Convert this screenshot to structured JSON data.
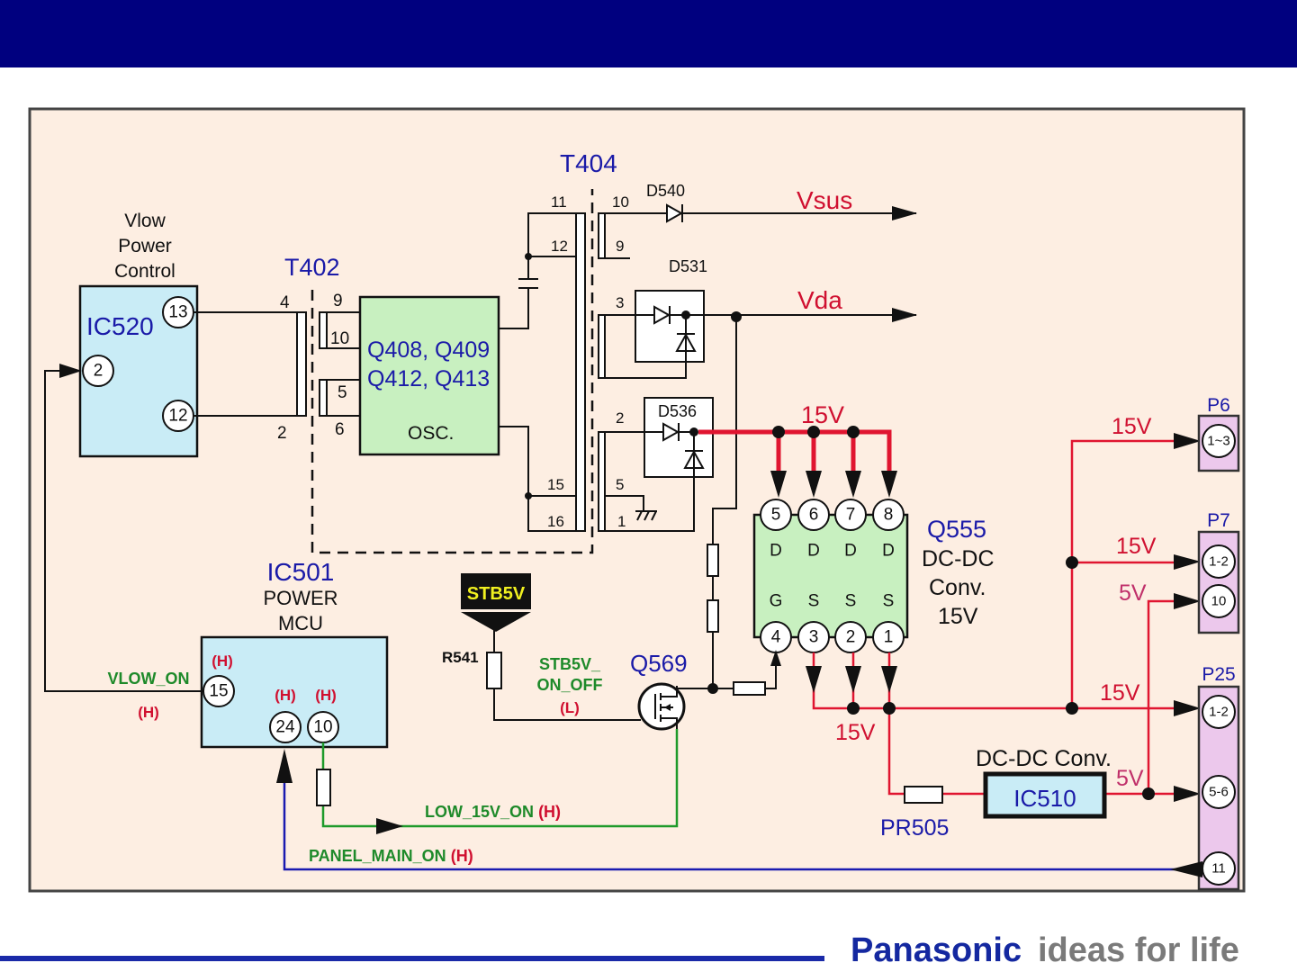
{
  "colors": {
    "header": "#00007f",
    "background": "#fdeee2",
    "ic_blue": "#c9ecf6",
    "ic_green": "#c8f0c0",
    "connector": "#ecc8ec",
    "line_15v": "#e01530",
    "signal_green": "#1e9a2a",
    "signal_blue": "#1a1ab0"
  },
  "footer": {
    "brand": "Panasonic",
    "tagline": "ideas for life"
  },
  "ic520": {
    "label": "IC520",
    "caption": [
      "Vlow",
      "Power",
      "Control"
    ],
    "pins": [
      "13",
      "2",
      "12"
    ]
  },
  "t402": {
    "label": "T402",
    "pins": [
      "4",
      "2",
      "9",
      "10",
      "5",
      "6"
    ]
  },
  "osc": {
    "line1": "Q408, Q409",
    "line2": "Q412, Q413",
    "label": "OSC."
  },
  "t404": {
    "label": "T404",
    "pins": [
      "11",
      "12",
      "15",
      "16",
      "10",
      "9",
      "3",
      "2",
      "5",
      "1"
    ]
  },
  "diodes": {
    "d540": "D540",
    "d531": "D531",
    "d536": "D536"
  },
  "rails": {
    "vsus": "Vsus",
    "vda": "Vda",
    "v15_top": "15V",
    "v15_bottom": "15V"
  },
  "q555": {
    "label": "Q555",
    "desc": [
      "DC-DC",
      "Conv.",
      "15V"
    ],
    "top_pins": [
      "5",
      "6",
      "7",
      "8"
    ],
    "top_letters": [
      "D",
      "D",
      "D",
      "D"
    ],
    "bottom_pins": [
      "4",
      "3",
      "2",
      "1"
    ],
    "bottom_letters": [
      "G",
      "S",
      "S",
      "S"
    ]
  },
  "ic501": {
    "label": "IC501",
    "caption": [
      "POWER",
      "MCU"
    ],
    "pins": [
      "15",
      "24",
      "10"
    ],
    "pin_states": [
      "(H)",
      "(H)",
      "(H)"
    ]
  },
  "signals": {
    "vlow_on": "VLOW_ON",
    "vlow_on_state": "(H)",
    "stb5v": "STB5V",
    "r541": "R541",
    "stb5v_on_off": [
      "STB5V_",
      "ON_OFF"
    ],
    "stb5v_on_off_state": "(L)",
    "q569": "Q569",
    "low_15v_on": "LOW_15V_ON",
    "low_15v_on_state": "(H)",
    "panel_main_on": "PANEL_MAIN_ON",
    "panel_main_on_state": "(H)"
  },
  "ic510": {
    "label": "IC510",
    "caption": "DC-DC Conv.",
    "pr505": "PR505"
  },
  "outputs": {
    "p6_15v": "15V",
    "p7_15v": "15V",
    "p7_5v": "5V",
    "p25_15v": "15V",
    "p25_5v": "5V"
  },
  "connectors": {
    "p6": {
      "label": "P6",
      "pins": [
        "1~3"
      ]
    },
    "p7": {
      "label": "P7",
      "pins": [
        "1-2",
        "10"
      ]
    },
    "p25": {
      "label": "P25",
      "pins": [
        "1-2",
        "5-6",
        "11"
      ]
    }
  }
}
